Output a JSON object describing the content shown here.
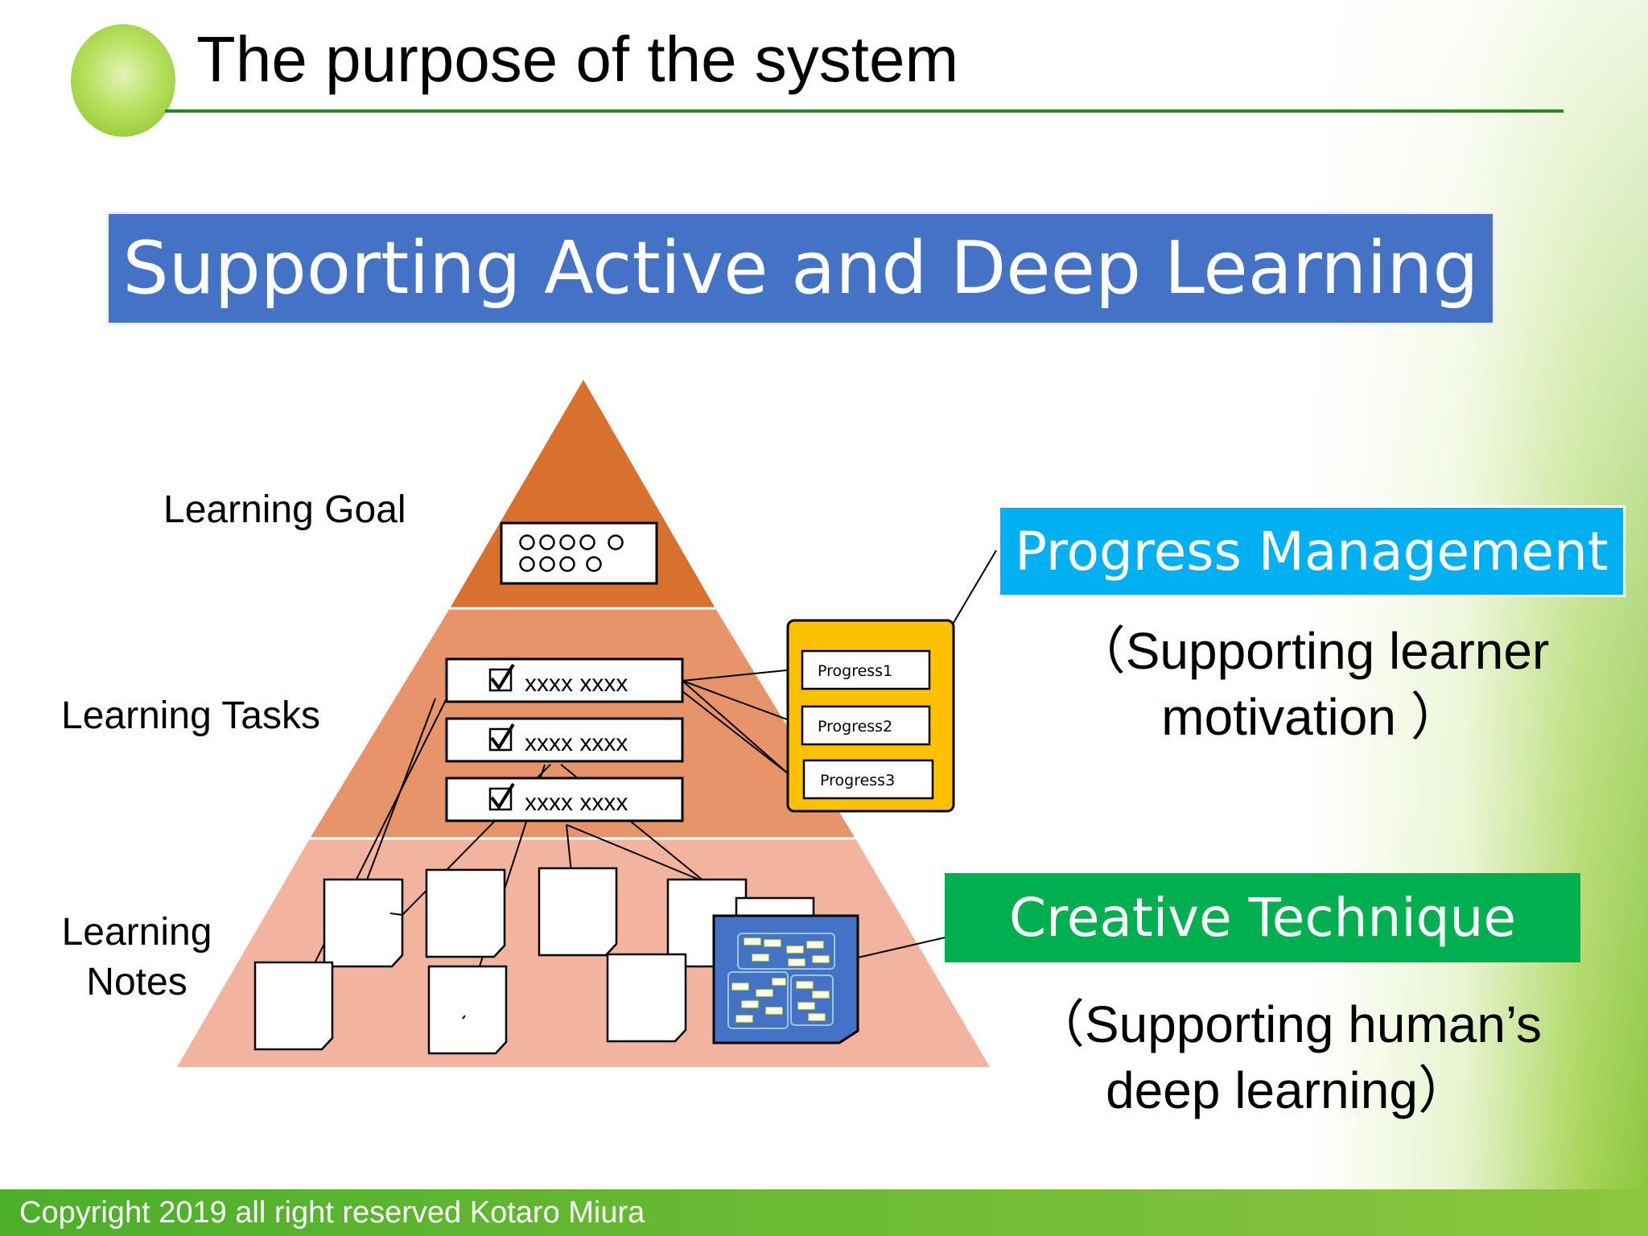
{
  "slide": {
    "title": "The purpose of the system",
    "banner": "Supporting Active and Deep Learning",
    "footer": "Copyright 2019 all right reserved Kotaro Miura"
  },
  "pyramid": {
    "levels": [
      {
        "label": "Learning Goal",
        "color": "#d8702e"
      },
      {
        "label": "Learning Tasks",
        "color": "#e8946a"
      },
      {
        "label_line1": "Learning",
        "label_line2": "Notes",
        "color": "#f2b49e"
      }
    ],
    "task_items": [
      "xxxx xxxx",
      "xxxx xxxx",
      "xxxx xxxx"
    ],
    "progress_items": [
      "Progress1",
      "Progress2",
      "Progress3"
    ],
    "progress_panel_color": "#ffc000",
    "notes_map_color": "#4472c4"
  },
  "callouts": {
    "progress_management": {
      "title": "Progress Management",
      "line1": "（Supporting learner",
      "line2": "motivation ）",
      "color": "#00b0f0"
    },
    "creative_technique": {
      "title": "Creative Technique",
      "line1": "（Supporting human’s",
      "line2": "deep learning）",
      "color": "#00b050"
    }
  }
}
